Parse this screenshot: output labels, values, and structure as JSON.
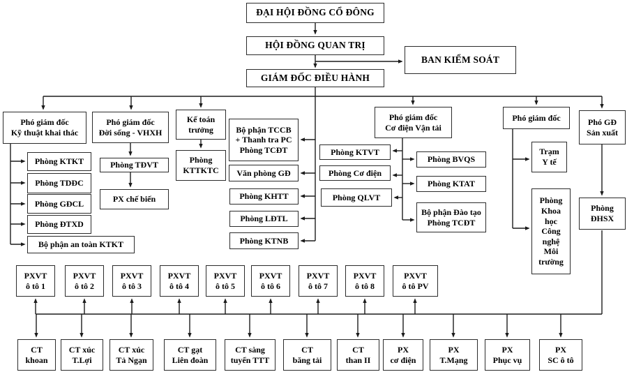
{
  "title": "Company organizational chart (Vietnamese)",
  "colors": {
    "background": "#ffffff",
    "box_border": "#2b2b2b",
    "line": "#1c1c1c",
    "text": "#000000"
  },
  "nodes": {
    "dhdcd": "ĐẠI HỘI ĐỒNG CỔ ĐÔNG",
    "hdqt": "HỘI ĐỒNG QUAN TRỊ",
    "bks": "BAN KIỂM SOÁT",
    "gddh": "GIÁM ĐỐC ĐIỀU HÀNH",
    "pgd_ktkt": "Phó giám đốc\nKỹ thuật khai thác",
    "pgd_dsvhxh": "Phó giám đốc\nĐời sống - VHXH",
    "ktt": "Kế toán\ntrưởng",
    "pgd_cdvt": "Phó giám đốc\nCơ điện Vận tải",
    "pgd": "Phó giám đốc",
    "pgd_sx": "Phó GĐ\nSản xuất",
    "p_ktkt": "Phòng KTKT",
    "p_tddc": "Phòng TDĐC",
    "p_gdcl": "Phòng GĐCL",
    "p_dtxd": "Phòng ĐTXD",
    "bp_antoan": "Bộ phận an toàn KTKT",
    "p_tdvt": "Phòng TĐVT",
    "px_chebien": "PX chế biến",
    "p_kttktc": "Phòng\nKTTKTC",
    "bp_tccb": "Bộ phận TCCB\n+ Thanh tra PC\nPhòng TCĐT",
    "vp_gd": "Văn phòng GĐ",
    "p_khtt": "Phòng KHTT",
    "p_ldtl": "Phòng LĐTL",
    "p_ktnb": "Phòng KTNB",
    "p_ktvt": "Phòng KTVT",
    "p_codien": "Phòng Cơ điện",
    "p_qlvt": "Phòng QLVT",
    "p_bvqs": "Phòng BVQS",
    "p_ktat": "Phòng KTAT",
    "bp_daotao": "Bộ phận Đào tạo\nPhòng TCĐT",
    "tram_yte": "Trạm\nY tế",
    "p_khcnmt": "Phòng\nKhoa\nhọc\nCông\nnghệ\nMôi\ntrường",
    "p_dhsx": "Phòng\nĐHSX",
    "pxvt": [
      "PXVT\nô tô 1",
      "PXVT\nô tô 2",
      "PXVT\nô tô 3",
      "PXVT\nô tô 4",
      "PXVT\nô tô 5",
      "PXVT\nô tô 6",
      "PXVT\nô tô 7",
      "PXVT\nô tô 8",
      "PXVT\nô tô PV"
    ],
    "bottom": [
      "CT\nkhoan",
      "CT xúc\nT.Lợi",
      "CT xúc\nTả Ngạn",
      "CT gạt\nLiên đoàn",
      "CT sàng\ntuyển TTT",
      "CT\nbăng tải",
      "CT\nthan II",
      "PX\ncơ điện",
      "PX\nT.Mạng",
      "PX\nPhục vụ",
      "PX\nSC ô tô"
    ]
  }
}
